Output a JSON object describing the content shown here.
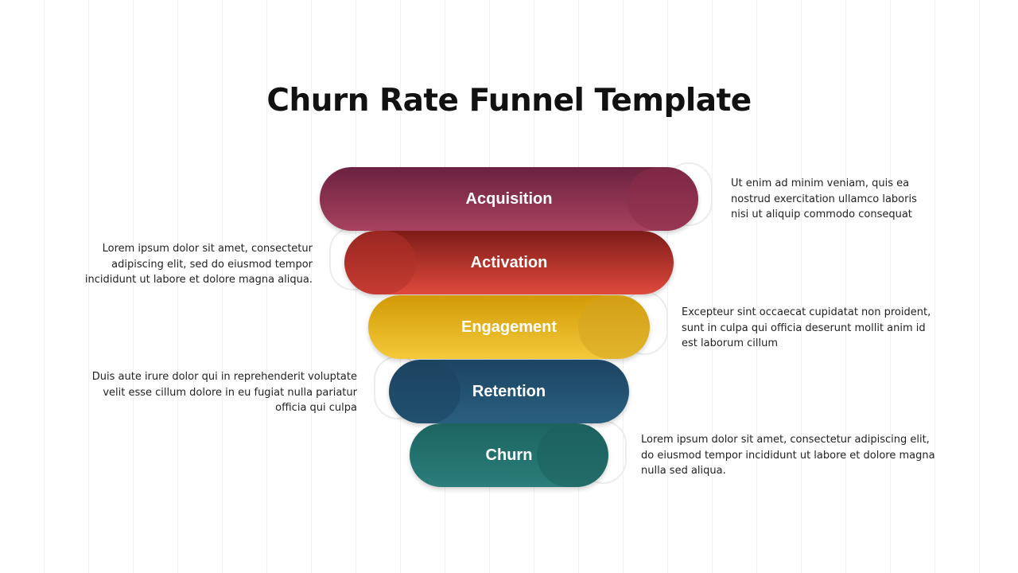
{
  "title": "Churn Rate Funnel Template",
  "stages": [
    {
      "label": "Acquisition",
      "color_top": "#6b2240",
      "color_bottom": "#a8425f",
      "fold_color": "#8c2d4b",
      "description": "Ut enim ad minim veniam, quis ea\nnostrud exercitation ullamco laboris\nnisi ut aliquip commodo consequat"
    },
    {
      "label": "Activation",
      "color_top": "#7d1c18",
      "color_bottom": "#e0493c",
      "fold_color": "#b0322a",
      "description": "Lorem ipsum dolor sit amet, consectetur\nadipiscing elit, sed do eiusmod tempor\nincididunt ut labore et dolore magna aliqua."
    },
    {
      "label": "Engagement",
      "color_top": "#d39a06",
      "color_bottom": "#f3c93a",
      "fold_color": "#d4a420",
      "description": "Excepteur sint occaecat cupidatat non proident,\nsunt in culpa qui officia deserunt mollit anim id\nest laborum cillum"
    },
    {
      "label": "Retention",
      "color_top": "#1d4462",
      "color_bottom": "#2a5f80",
      "fold_color": "#1c4460",
      "description": "Duis aute irure dolor qui in reprehenderit voluptate\nvelit esse cillum dolore in eu fugiat nulla pariatur\nofficia qui culpa"
    },
    {
      "label": "Churn",
      "color_top": "#1c6462",
      "color_bottom": "#2b7e7a",
      "fold_color": "#1b5f5c",
      "description": "Lorem ipsum dolor sit amet, consectetur adipiscing elit,\ndo eiusmod tempor incididunt ut labore et dolore magna\nnulla sed aliqua."
    }
  ]
}
